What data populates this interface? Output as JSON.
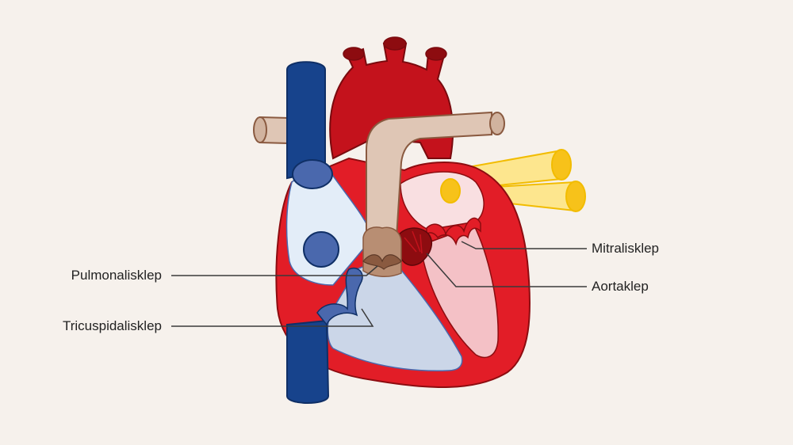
{
  "colors": {
    "background": "#f6f1ec",
    "vena_cava": "#17438c",
    "vena_cava_light": "#4a68ad",
    "aorta": "#c4121c",
    "aorta_dark": "#8d0c10",
    "heart_wall": "#e21d27",
    "right_chamber": "#e3edf8",
    "right_ventricle": "#cbd6e8",
    "left_chamber": "#f9dfe1",
    "left_ventricle": "#f4c1c6",
    "pulmonary": "#dfc6b5",
    "pulmonary_dark": "#b88e73",
    "pulmonary_vein": "#fde68e",
    "pulmonary_vein_dark": "#f2bc00",
    "label_line": "#3a3a3a"
  },
  "labels": {
    "pulmonary_valve": "Pulmonalisklep",
    "tricuspid_valve": "Tricuspidalisklep",
    "mitral_valve": "Mitralisklep",
    "aortic_valve": "Aortaklep"
  }
}
